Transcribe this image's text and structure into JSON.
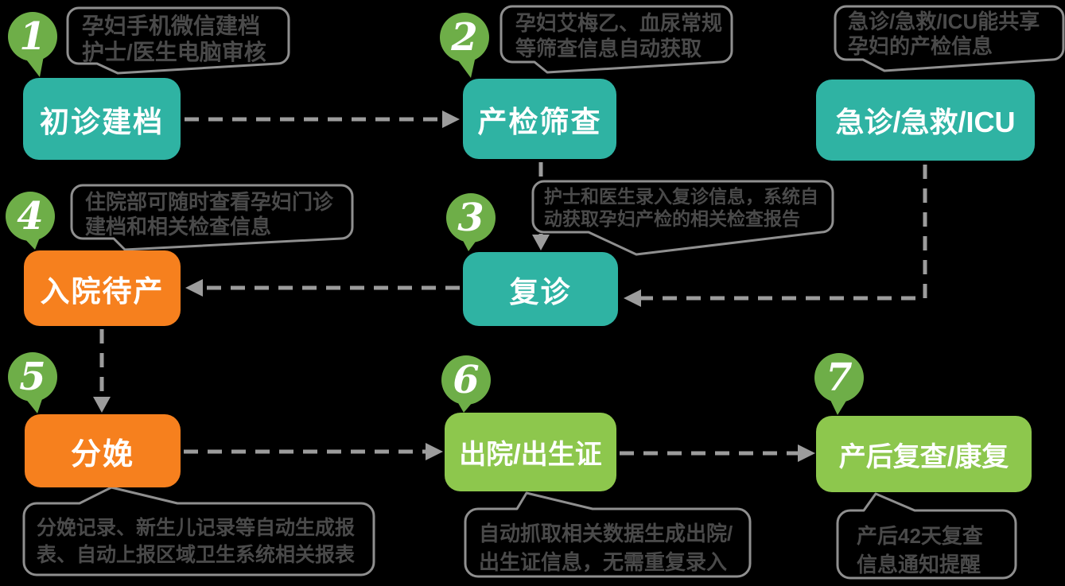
{
  "diagram": {
    "description": "maternity care workflow flowchart",
    "background": "#000000"
  },
  "colors": {
    "teal_box": "#2FB3A3",
    "orange_box": "#F6801E",
    "green_box": "#8DC74D",
    "pin_green": "#6EAE48",
    "connector_gray": "#9C9C9C",
    "callout_border": "#8F8F8F",
    "callout_text": "#4A4A4A",
    "box_text": "#FFFFFF"
  },
  "nodes": [
    {
      "key": "first-visit-filing",
      "number": "1",
      "label": "初诊建档",
      "color": "teal",
      "callout": {
        "line1": "孕妇手机微信建档",
        "line2": "护士/医生电脑审核"
      }
    },
    {
      "key": "prenatal-screening",
      "number": "2",
      "label": "产检筛查",
      "color": "teal",
      "callout": {
        "line1": "孕妇艾梅乙、血尿常规",
        "line2": "等筛查信息自动获取"
      }
    },
    {
      "key": "emergency-icu",
      "number": "",
      "label": "急诊/急救/ICU",
      "color": "teal",
      "callout": {
        "line1": "急诊/急救/ICU能共享",
        "line2": "孕妇的产检信息"
      }
    },
    {
      "key": "return-visit",
      "number": "3",
      "label": "复诊",
      "color": "teal",
      "callout": {
        "line1": "护士和医生录入复诊信息，系统自",
        "line2": "动获取孕妇产检的相关检查报告"
      }
    },
    {
      "key": "admission-for-delivery",
      "number": "4",
      "label": "入院待产",
      "color": "orange",
      "callout": {
        "line1": "住院部可随时查看孕妇门诊",
        "line2": "建档和相关检查信息"
      }
    },
    {
      "key": "delivery",
      "number": "5",
      "label": "分娩",
      "color": "orange",
      "callout": {
        "line1": "分娩记录、新生儿记录等自动生成报",
        "line2": "表、自动上报区域卫生系统相关报表"
      }
    },
    {
      "key": "discharge-birth-certificate",
      "number": "6",
      "label": "出院/出生证",
      "color": "green",
      "callout": {
        "line1": "自动抓取相关数据生成出院/",
        "line2": "出生证信息，无需重复录入"
      }
    },
    {
      "key": "postpartum-review-rehab",
      "number": "7",
      "label": "产后复查/康复",
      "color": "green",
      "callout": {
        "line1": "产后42天复查",
        "line2": "信息通知提醒"
      }
    }
  ]
}
